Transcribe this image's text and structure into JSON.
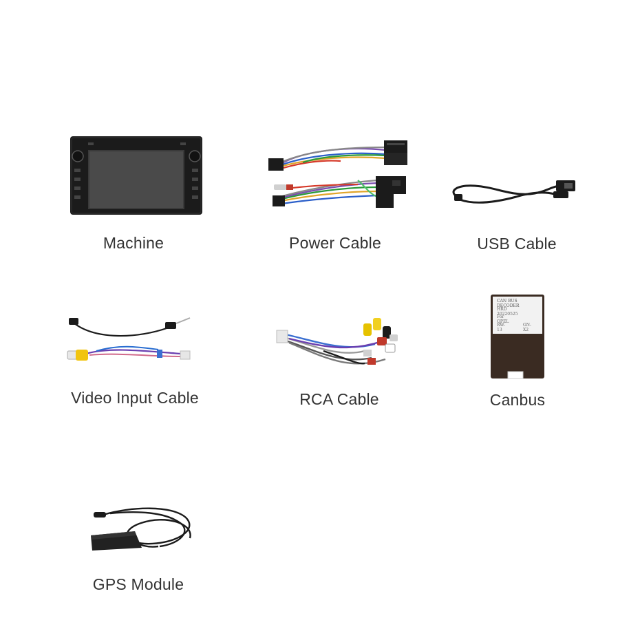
{
  "items": [
    {
      "label": "Machine",
      "icon": "head-unit-icon"
    },
    {
      "label": "Power Cable",
      "icon": "power-harness-icon"
    },
    {
      "label": "USB Cable",
      "icon": "usb-cable-icon"
    },
    {
      "label": "Video Input Cable",
      "icon": "video-cable-icon"
    },
    {
      "label": "RCA Cable",
      "icon": "rca-cable-icon"
    },
    {
      "label": "Canbus",
      "icon": "canbus-decoder-icon"
    },
    {
      "label": "GPS Module",
      "icon": "gps-antenna-icon"
    }
  ],
  "canbus_box": {
    "title": "CAN BUS DECODER",
    "line1": "HRD  20220525",
    "line2": "For  OPEL",
    "line3a": "RW-13",
    "line3b": "GN-X2"
  },
  "colors": {
    "label": "#333333",
    "device": "#1b1b1b",
    "screen": "#3a3a3a"
  }
}
